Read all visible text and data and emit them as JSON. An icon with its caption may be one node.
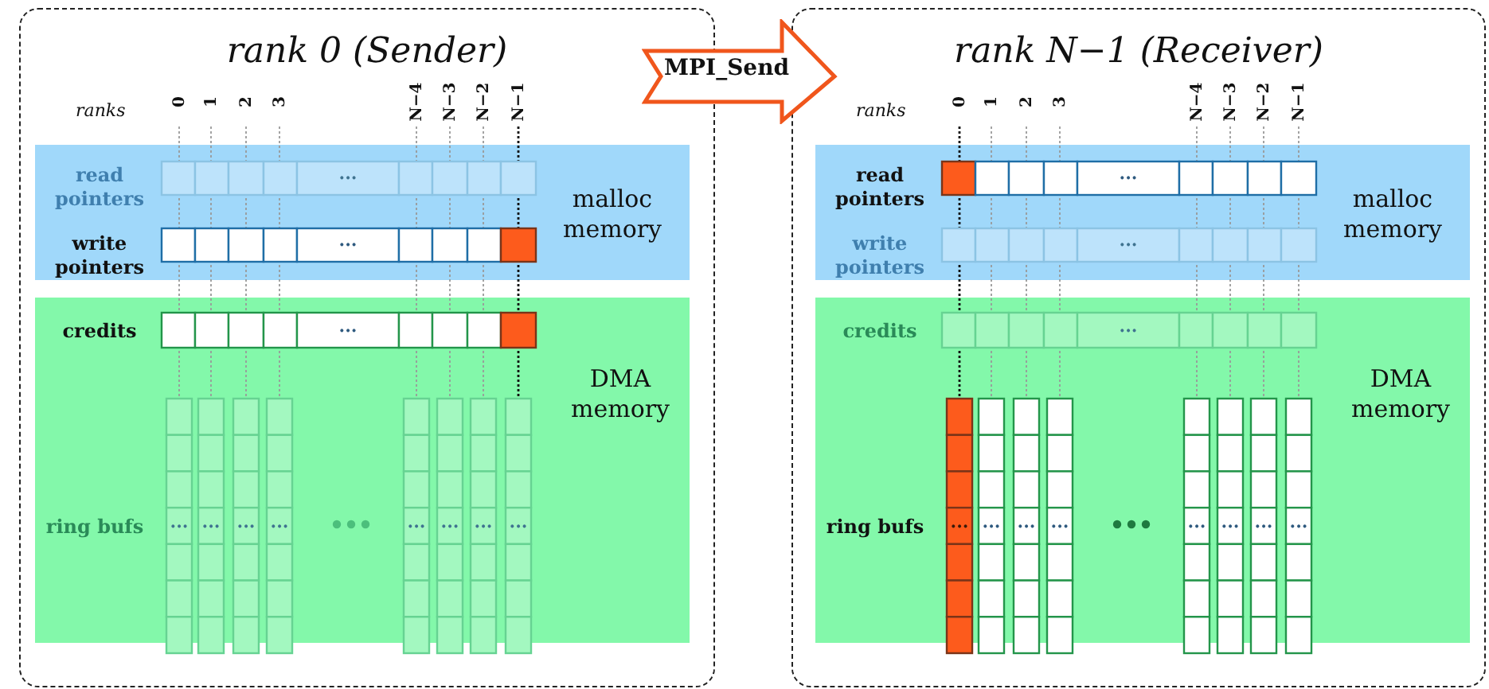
{
  "diagram": {
    "nodes": [
      {
        "text": [
          "rank 0 (Sender)"
        ]
      },
      {
        "text": [
          "malloc memory"
        ],
        "in": 0
      },
      {
        "text": [
          "DMA memory"
        ],
        "in": 0
      },
      {
        "text": [
          "MPI_Send"
        ]
      },
      {
        "text": [
          "rank N−1 (Receiver)"
        ]
      },
      {
        "text": [
          "malloc memory"
        ],
        "in": 4
      },
      {
        "text": [
          "DMA memory"
        ],
        "in": 4
      }
    ],
    "labels": [
      "ranks",
      "0",
      "1",
      "2",
      "3",
      "N−4",
      "N−3",
      "N−2",
      "N−1",
      "read pointers",
      "···",
      "write pointers",
      "···",
      "credits",
      "···",
      "ring bufs",
      "···",
      "···",
      "···",
      "···",
      "···",
      "···",
      "···",
      "···",
      "ranks",
      "0",
      "1",
      "2",
      "3",
      "N−4",
      "N−3",
      "N−2",
      "N−1",
      "read pointers",
      "···",
      "write pointers",
      "···",
      "credits",
      "···",
      "ring bufs",
      "···",
      "···",
      "···",
      "···",
      "···",
      "···",
      "···",
      "···"
    ]
  }
}
